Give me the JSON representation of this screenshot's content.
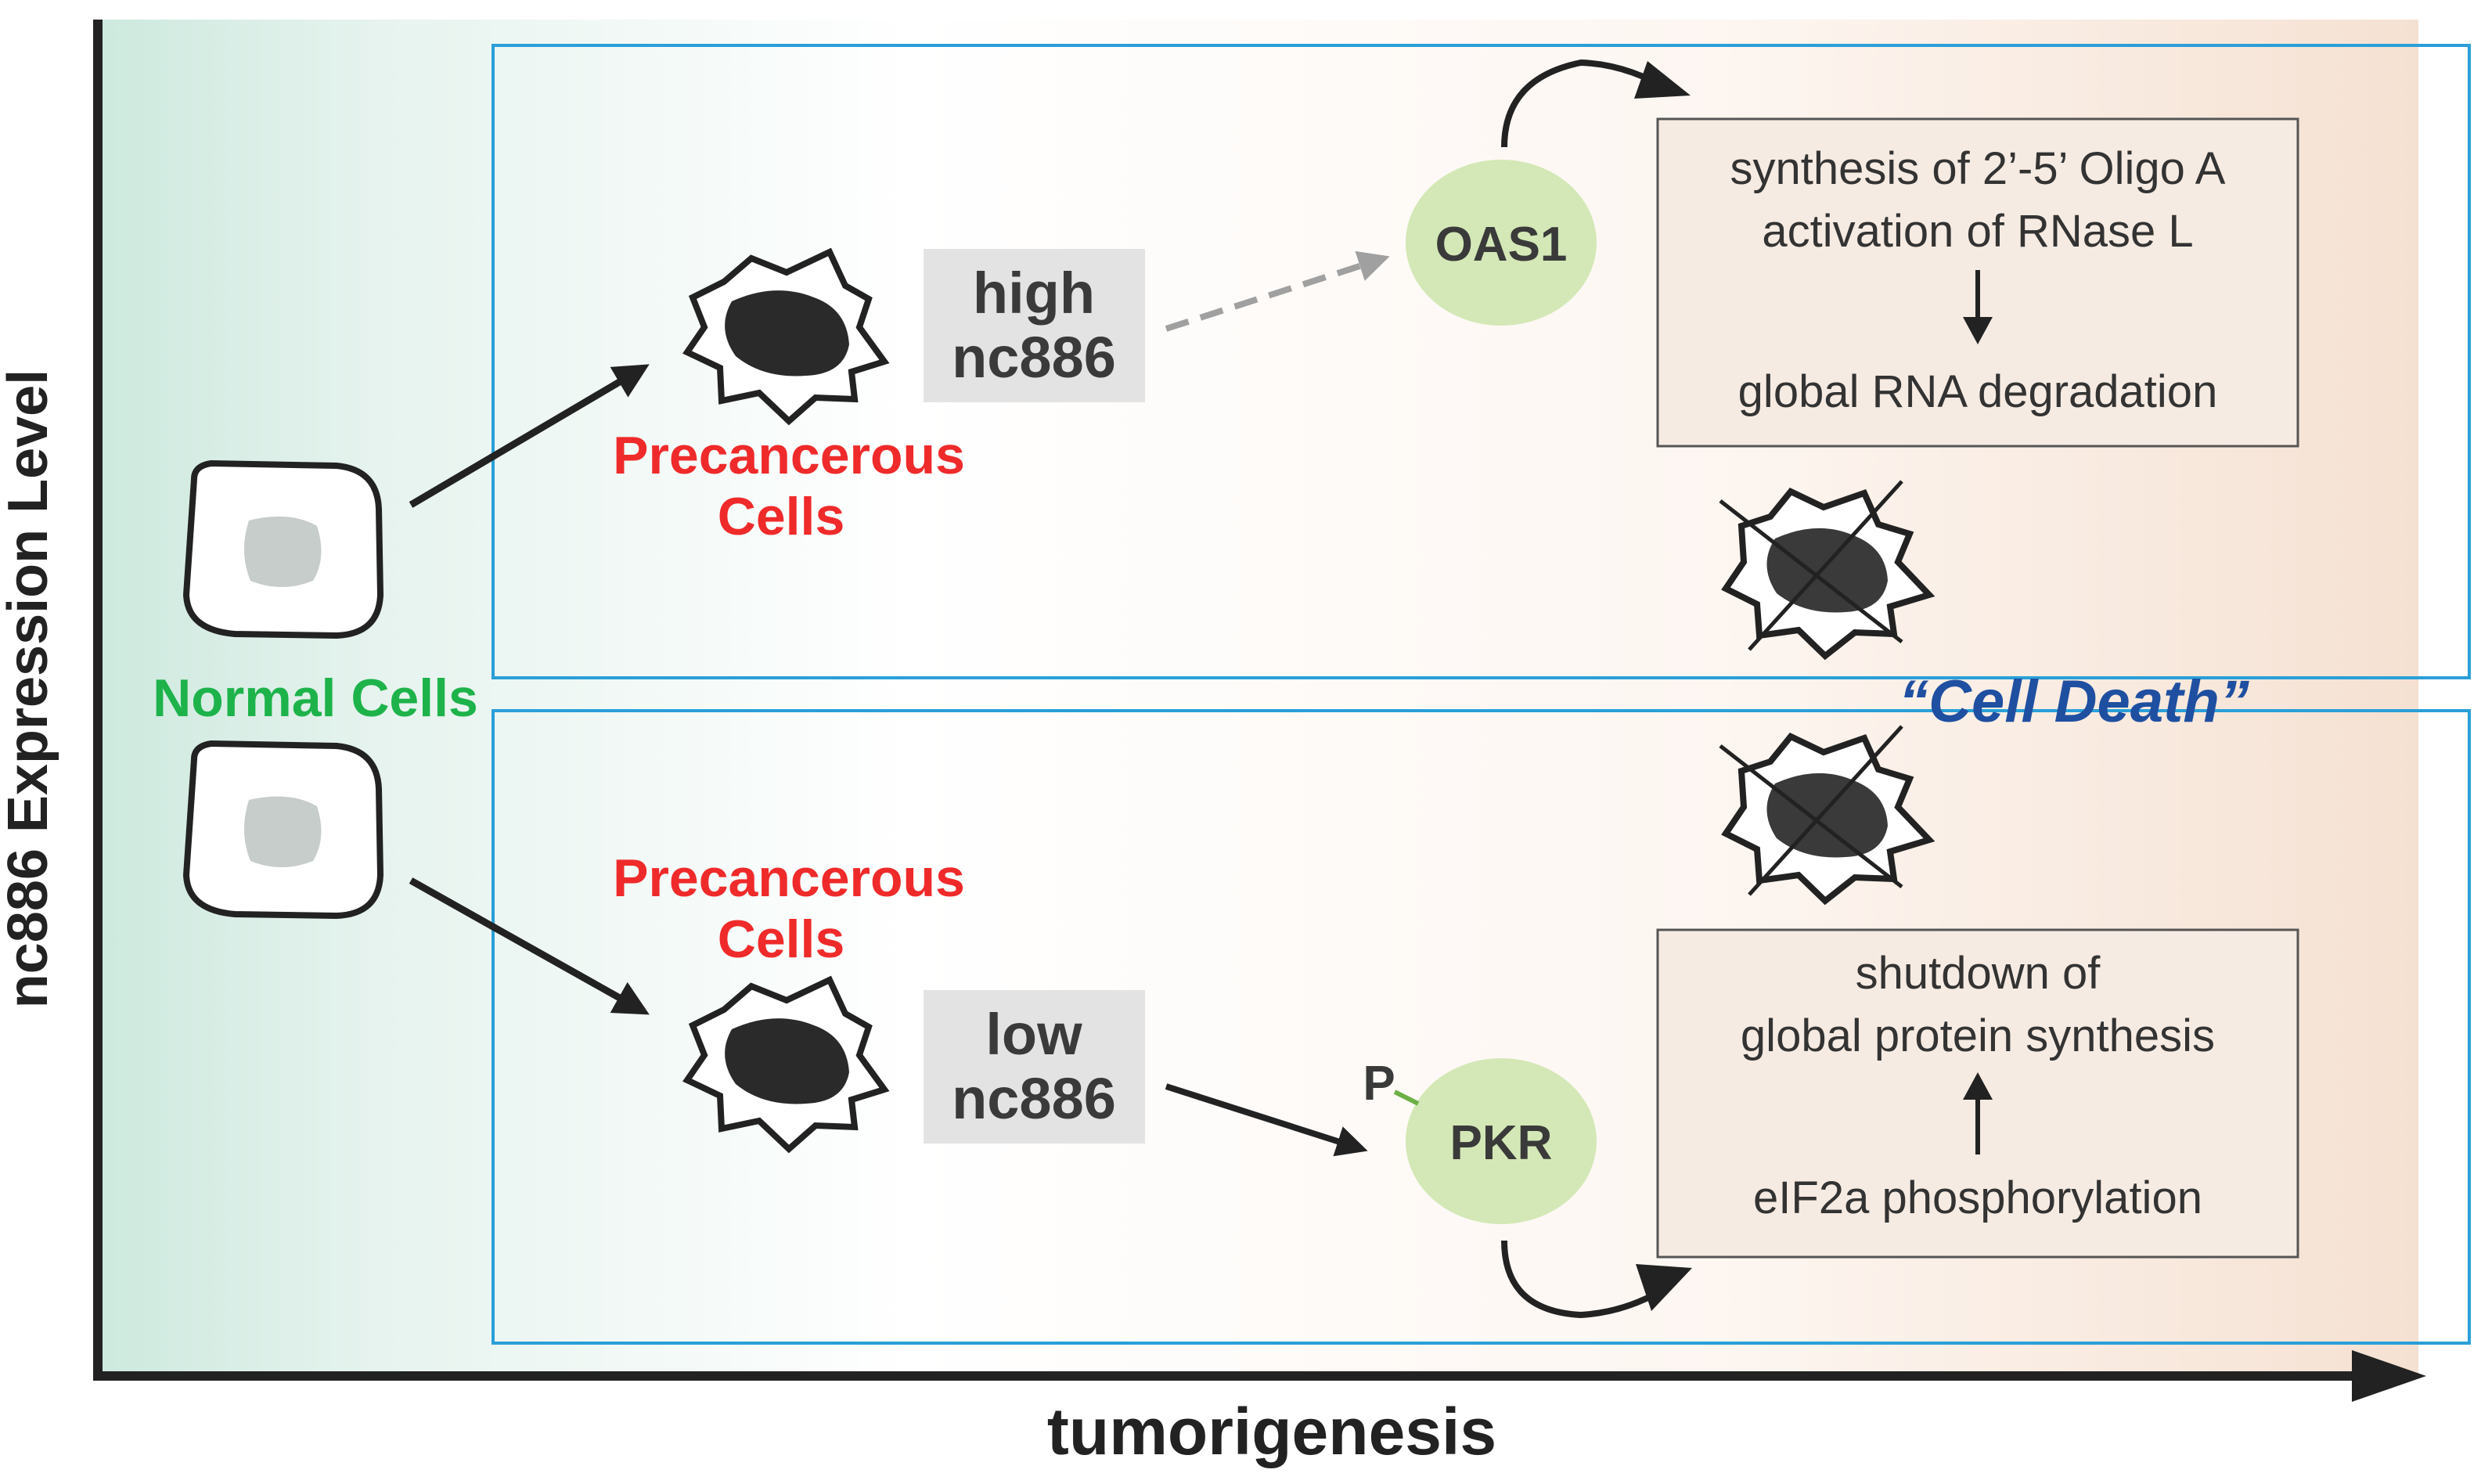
{
  "axes": {
    "y_label": "nc886 Expression Level",
    "x_label": "tumorigenesis"
  },
  "normal_cells": {
    "label": "Normal Cells"
  },
  "upper_pathway": {
    "precancerous_line1": "Precancerous",
    "precancerous_line2": "Cells",
    "level_line1": "high",
    "level_line2": "nc886",
    "enzyme": "OAS1",
    "box_line1": "synthesis of 2’-5’ Oligo A",
    "box_line2": "activation of RNase L",
    "box_line3": "global RNA degradation"
  },
  "lower_pathway": {
    "precancerous_line1": "Precancerous",
    "precancerous_line2": "Cells",
    "level_line1": "low",
    "level_line2": "nc886",
    "enzyme": "PKR",
    "phospho": "P",
    "box_line1": "shutdown of",
    "box_line2": "global protein synthesis",
    "box_line3": "eIF2a phosphorylation"
  },
  "outcome": {
    "label": "“Cell Death”"
  },
  "colors": {
    "green_text": "#1db34a",
    "red_text": "#ef2a2a",
    "blue_text": "#1f4fa0",
    "panel_border": "#2a9fd8",
    "enzyme_fill": "#d3e8b6",
    "label_box_fill": "#e3e3e3",
    "result_box_fill": "#f6ebe2"
  }
}
